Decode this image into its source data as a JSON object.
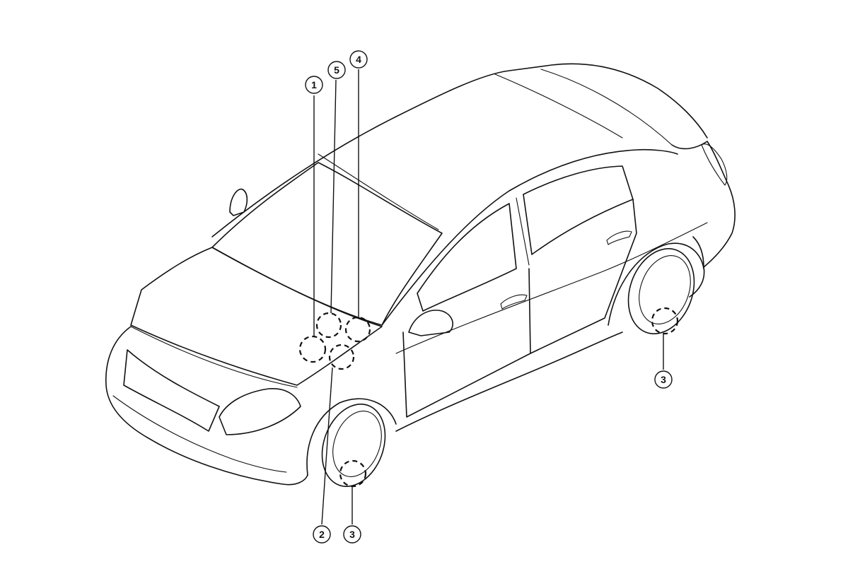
{
  "callouts": [
    {
      "id": "1",
      "label": "1"
    },
    {
      "id": "2",
      "label": "2"
    },
    {
      "id": "3a",
      "label": "3"
    },
    {
      "id": "3b",
      "label": "3"
    },
    {
      "id": "4",
      "label": "4"
    },
    {
      "id": "5",
      "label": "5"
    }
  ],
  "colors": {
    "line": "#111111",
    "background": "#ffffff"
  }
}
